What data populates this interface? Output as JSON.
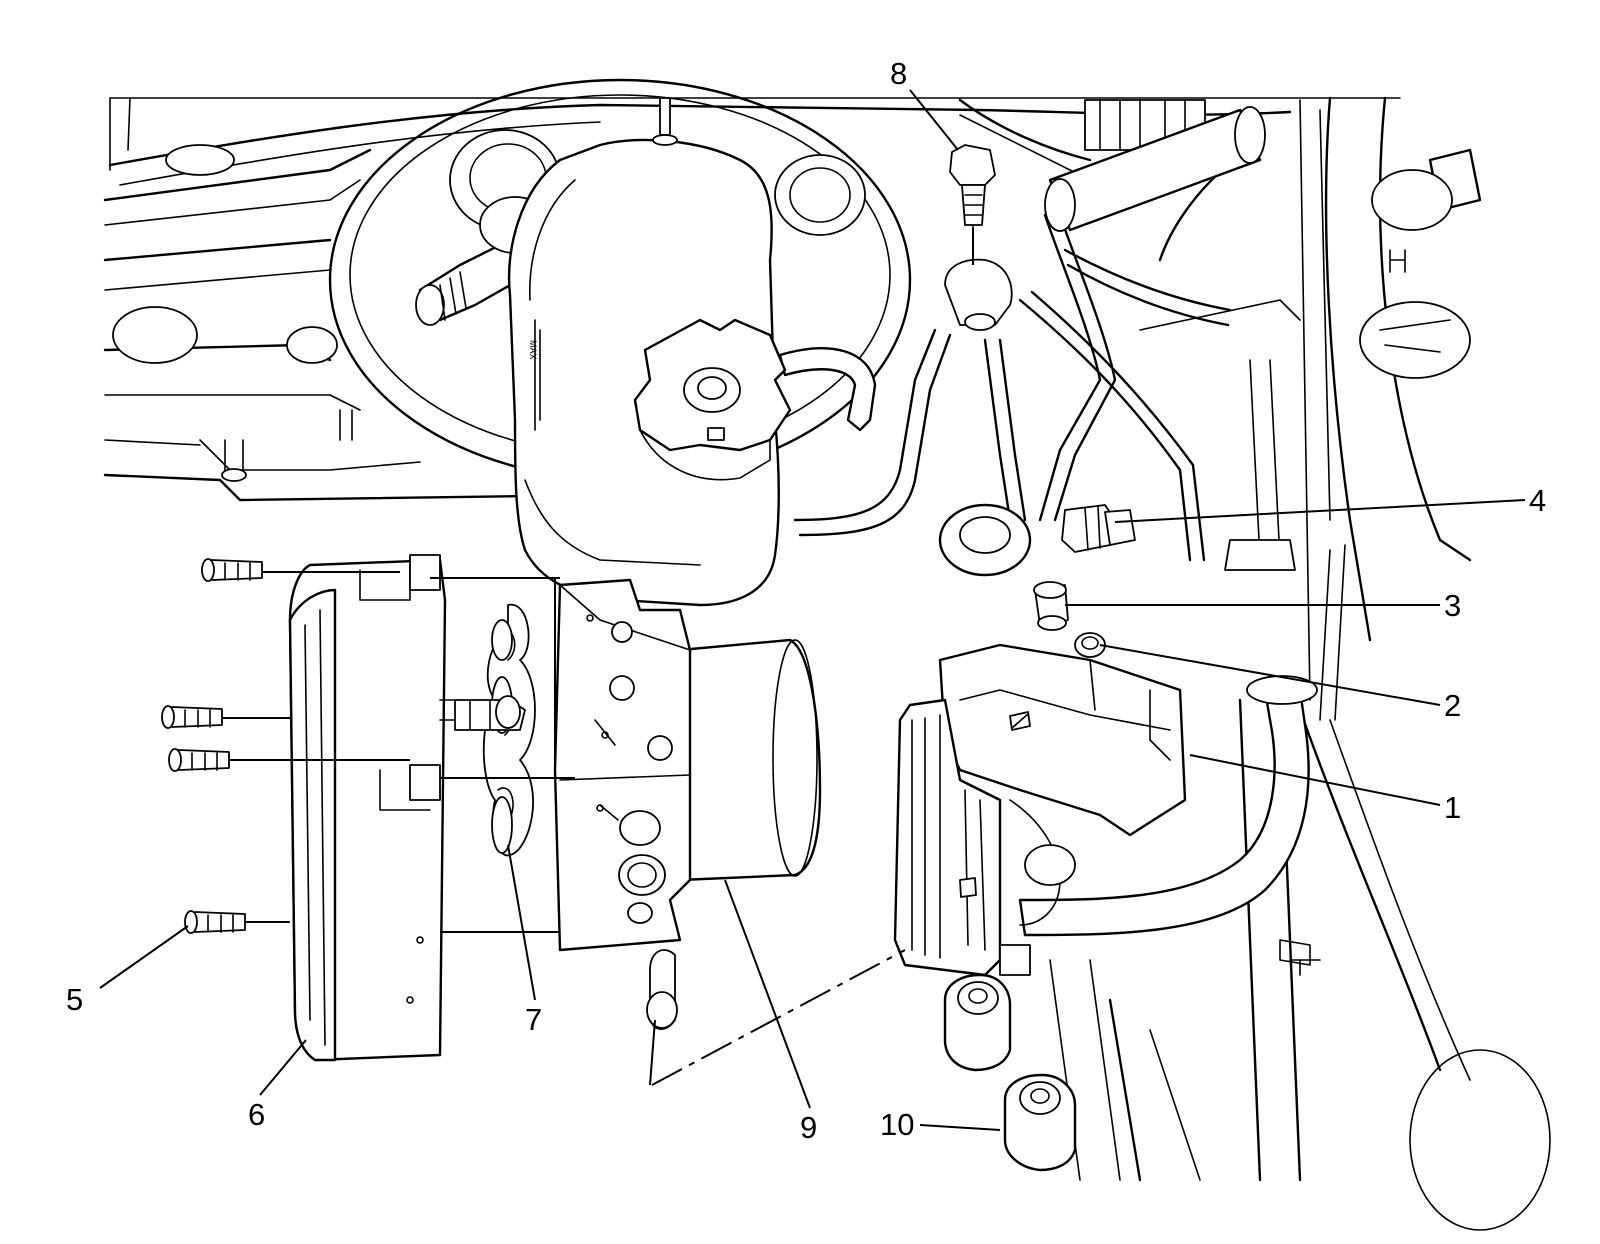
{
  "callouts": {
    "c1": "1",
    "c2": "2",
    "c3": "3",
    "c4": "4",
    "c5": "5",
    "c6": "6",
    "c7": "7",
    "c8": "8",
    "c9": "9",
    "c10": "10"
  },
  "reservoir_cap_mark": "MAX"
}
